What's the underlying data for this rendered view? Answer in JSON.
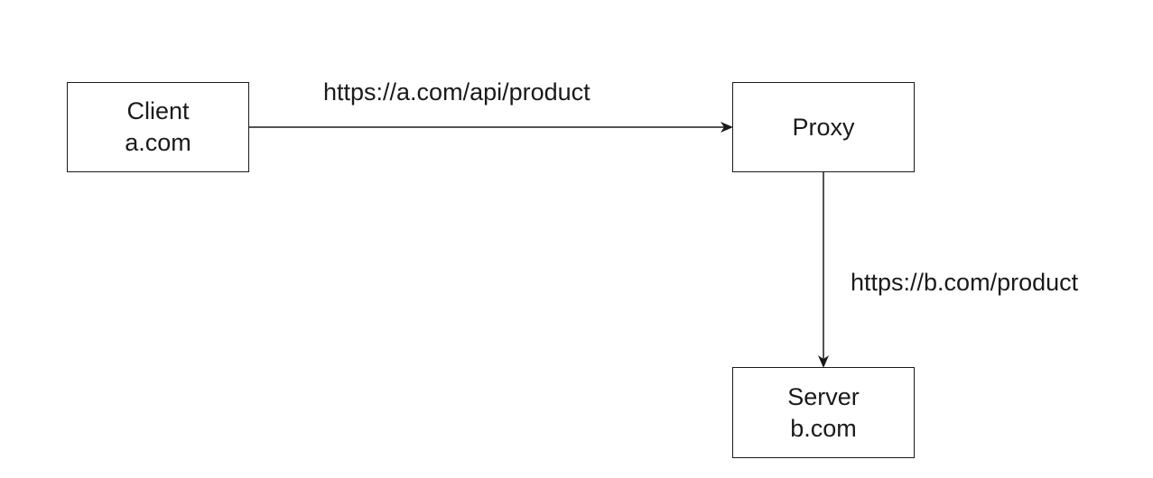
{
  "nodes": {
    "client": {
      "line1": "Client",
      "line2": "a.com"
    },
    "proxy": {
      "line1": "Proxy"
    },
    "server": {
      "line1": "Server",
      "line2": "b.com"
    }
  },
  "edges": [
    {
      "from": "client",
      "to": "proxy",
      "label": "https://a.com/api/product"
    },
    {
      "from": "proxy",
      "to": "server",
      "label": "https://b.com/product"
    }
  ],
  "colors": {
    "stroke": "#1a1a1a",
    "background": "#ffffff"
  }
}
